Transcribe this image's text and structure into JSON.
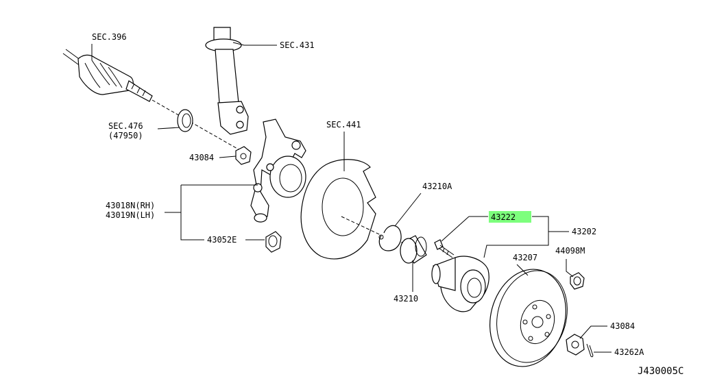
{
  "diagram": {
    "labels": {
      "sec396": "SEC.396",
      "sec431": "SEC.431",
      "sec476": "SEC.476",
      "sec476_sub": "(47950)",
      "p43084_top": "43084",
      "p43018": "43018N(RH)",
      "p43019": "43019N(LH)",
      "p43052e": "43052E",
      "sec441": "SEC.441",
      "p43210a": "43210A",
      "p43210": "43210",
      "p43222": "43222",
      "p43202": "43202",
      "p44098m": "44098M",
      "p43207": "43207",
      "p43084_bottom": "43084",
      "p43262a": "43262A",
      "diagram_code": "J430005C"
    },
    "highlight_color": "#7dff7d"
  }
}
